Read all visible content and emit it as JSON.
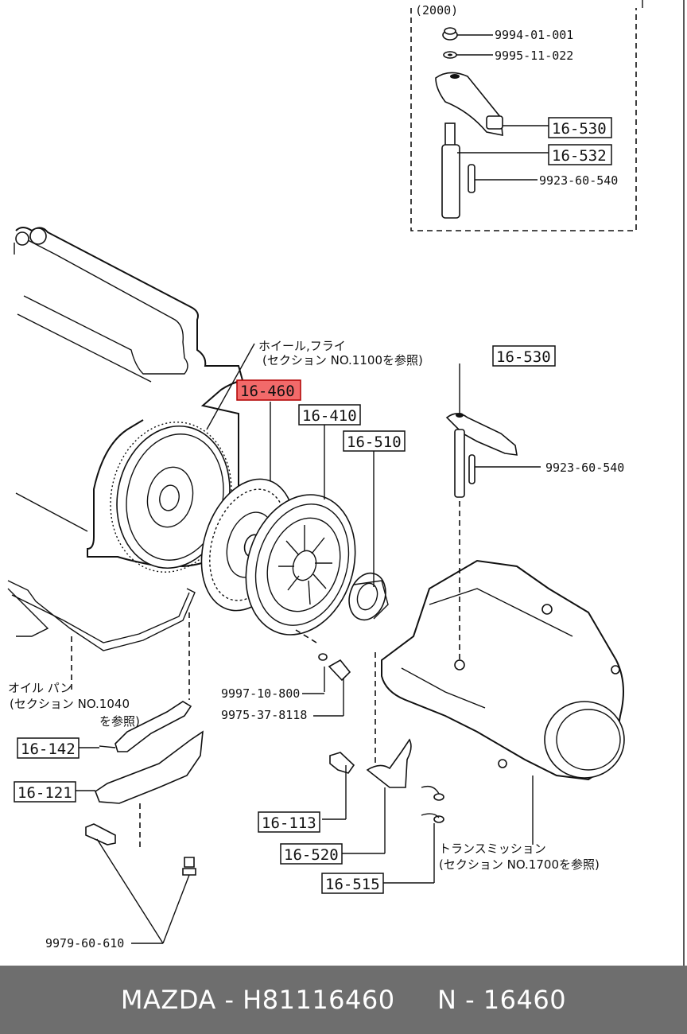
{
  "inset": {
    "year": "(2000)",
    "parts": [
      "9994-01-001",
      "9995-11-022",
      "16-530",
      "16-532",
      "9923-60-540"
    ]
  },
  "notes": {
    "flywheel_line1": "ホイール,フライ",
    "flywheel_line2": "(セクション NO.1100を参照)",
    "oilpan_line1": "オイル パン",
    "oilpan_line2": "(セクション NO.1040",
    "oilpan_line3": "を参照)",
    "transmission_line1": "トランスミッション",
    "transmission_line2": "(セクション NO.1700を参照)"
  },
  "parts": {
    "highlighted": "16-460",
    "p16_530": "16-530",
    "p16_410": "16-410",
    "p16_510": "16-510",
    "p9923": "9923-60-540",
    "p9997": "9997-10-800",
    "p9975": "9975-37-8118",
    "p16_142": "16-142",
    "p16_121": "16-121",
    "p16_113": "16-113",
    "p16_520": "16-520",
    "p16_515": "16-515",
    "p9979": "9979-60-610"
  },
  "footer": {
    "text": "MAZDA - H81116460     N - 16460"
  },
  "colors": {
    "highlight": "#f26a6a",
    "footer_bg": "#6e6e6e"
  }
}
